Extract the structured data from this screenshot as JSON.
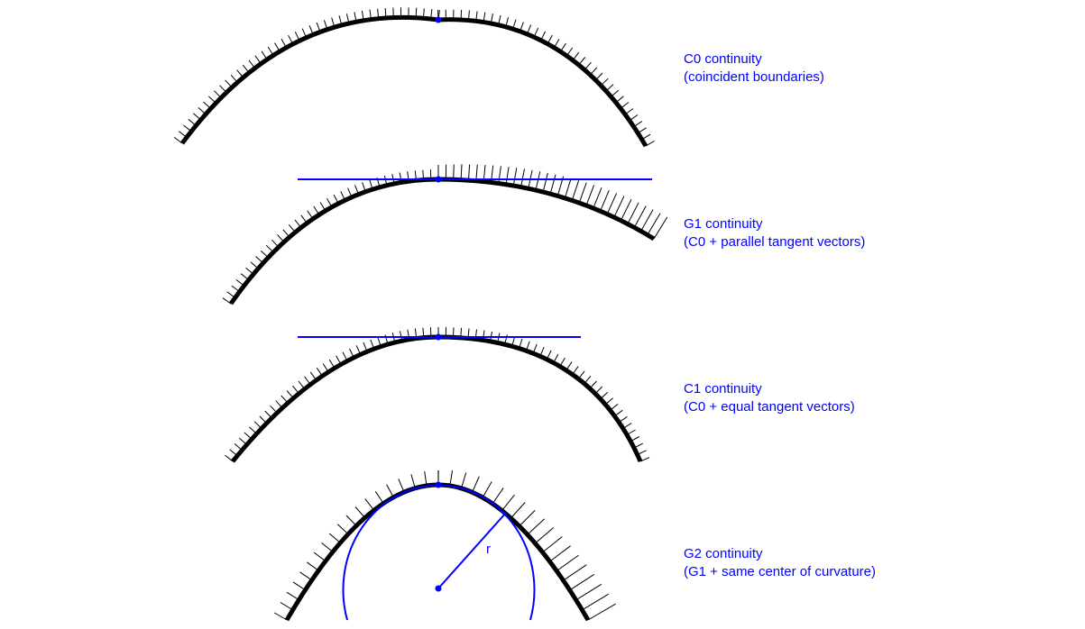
{
  "colors": {
    "curve": "#000000",
    "accent": "#0000ff",
    "background": "#ffffff"
  },
  "panels": [
    {
      "id": "c0",
      "title": "C0 continuity",
      "subtitle": "(coincident boundaries)"
    },
    {
      "id": "g1",
      "title": "G1 continuity",
      "subtitle": "(C0 + parallel tangent vectors)"
    },
    {
      "id": "c1",
      "title": "C1 continuity",
      "subtitle": "(C0 + equal tangent vectors)"
    },
    {
      "id": "g2",
      "title": "G2 continuity",
      "subtitle": "(G1 + same center of curvature)",
      "radius_label": "r"
    }
  ]
}
